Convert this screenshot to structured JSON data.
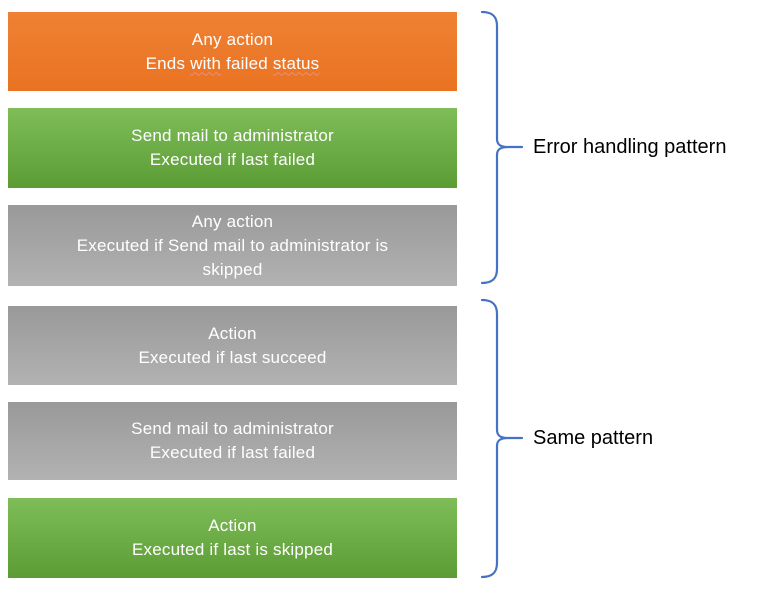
{
  "palette": {
    "orange_top": "#EF8134",
    "orange_bottom": "#E97322",
    "green_top": "#7EBD58",
    "green_bottom": "#5C9C35",
    "gray_top": "#999999",
    "gray_bottom": "#B2B2B2",
    "bracket_blue": "#4472C4",
    "box_text": "#FFFFFF",
    "label_text": "#000000",
    "squiggle": "#E88E82"
  },
  "boxes": [
    {
      "variant": "orange",
      "line1": "Any action",
      "line2_pre": "Ends ",
      "line2_misspelled1": "with",
      "line2_mid": " failed ",
      "line2_misspelled2": "status"
    },
    {
      "variant": "green",
      "line1": "Send mail to administrator",
      "line2": "Executed if last failed"
    },
    {
      "variant": "gray",
      "line1": "Any action",
      "line2": "Executed if Send mail to administrator is",
      "line3": "skipped"
    },
    {
      "variant": "gray",
      "line1": "Action",
      "line2": "Executed if last succeed"
    },
    {
      "variant": "gray",
      "line1": "Send mail to administrator",
      "line2": "Executed if last failed"
    },
    {
      "variant": "green",
      "line1": "Action",
      "line2": "Executed if last is skipped"
    }
  ],
  "brackets": [
    {
      "label": "Error handling pattern"
    },
    {
      "label": "Same pattern"
    }
  ]
}
